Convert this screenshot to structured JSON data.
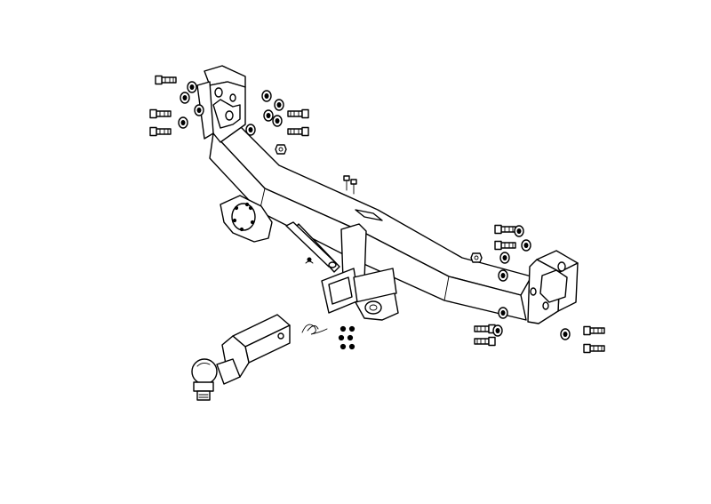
{
  "diagram": {
    "subject": "tow-hitch-exploded-view",
    "line_color": "#000000",
    "background_color": "#ffffff",
    "parts": [
      {
        "id": "crossbar",
        "icon": "hitch-crossbar-icon"
      },
      {
        "id": "left-bracket",
        "icon": "mounting-bracket-icon"
      },
      {
        "id": "right-bracket",
        "icon": "mounting-bracket-icon"
      },
      {
        "id": "receiver",
        "icon": "receiver-tube-icon"
      },
      {
        "id": "spacer-plate",
        "icon": "spacer-plate-icon"
      },
      {
        "id": "ball-mount",
        "icon": "ball-mount-icon"
      },
      {
        "id": "hitch-pin",
        "icon": "hitch-pin-icon"
      },
      {
        "id": "hitch-clip",
        "icon": "hitch-clip-icon"
      },
      {
        "id": "bolts",
        "icon": "bolt-icon"
      },
      {
        "id": "washers",
        "icon": "washer-icon"
      },
      {
        "id": "nuts",
        "icon": "nut-icon"
      }
    ]
  }
}
